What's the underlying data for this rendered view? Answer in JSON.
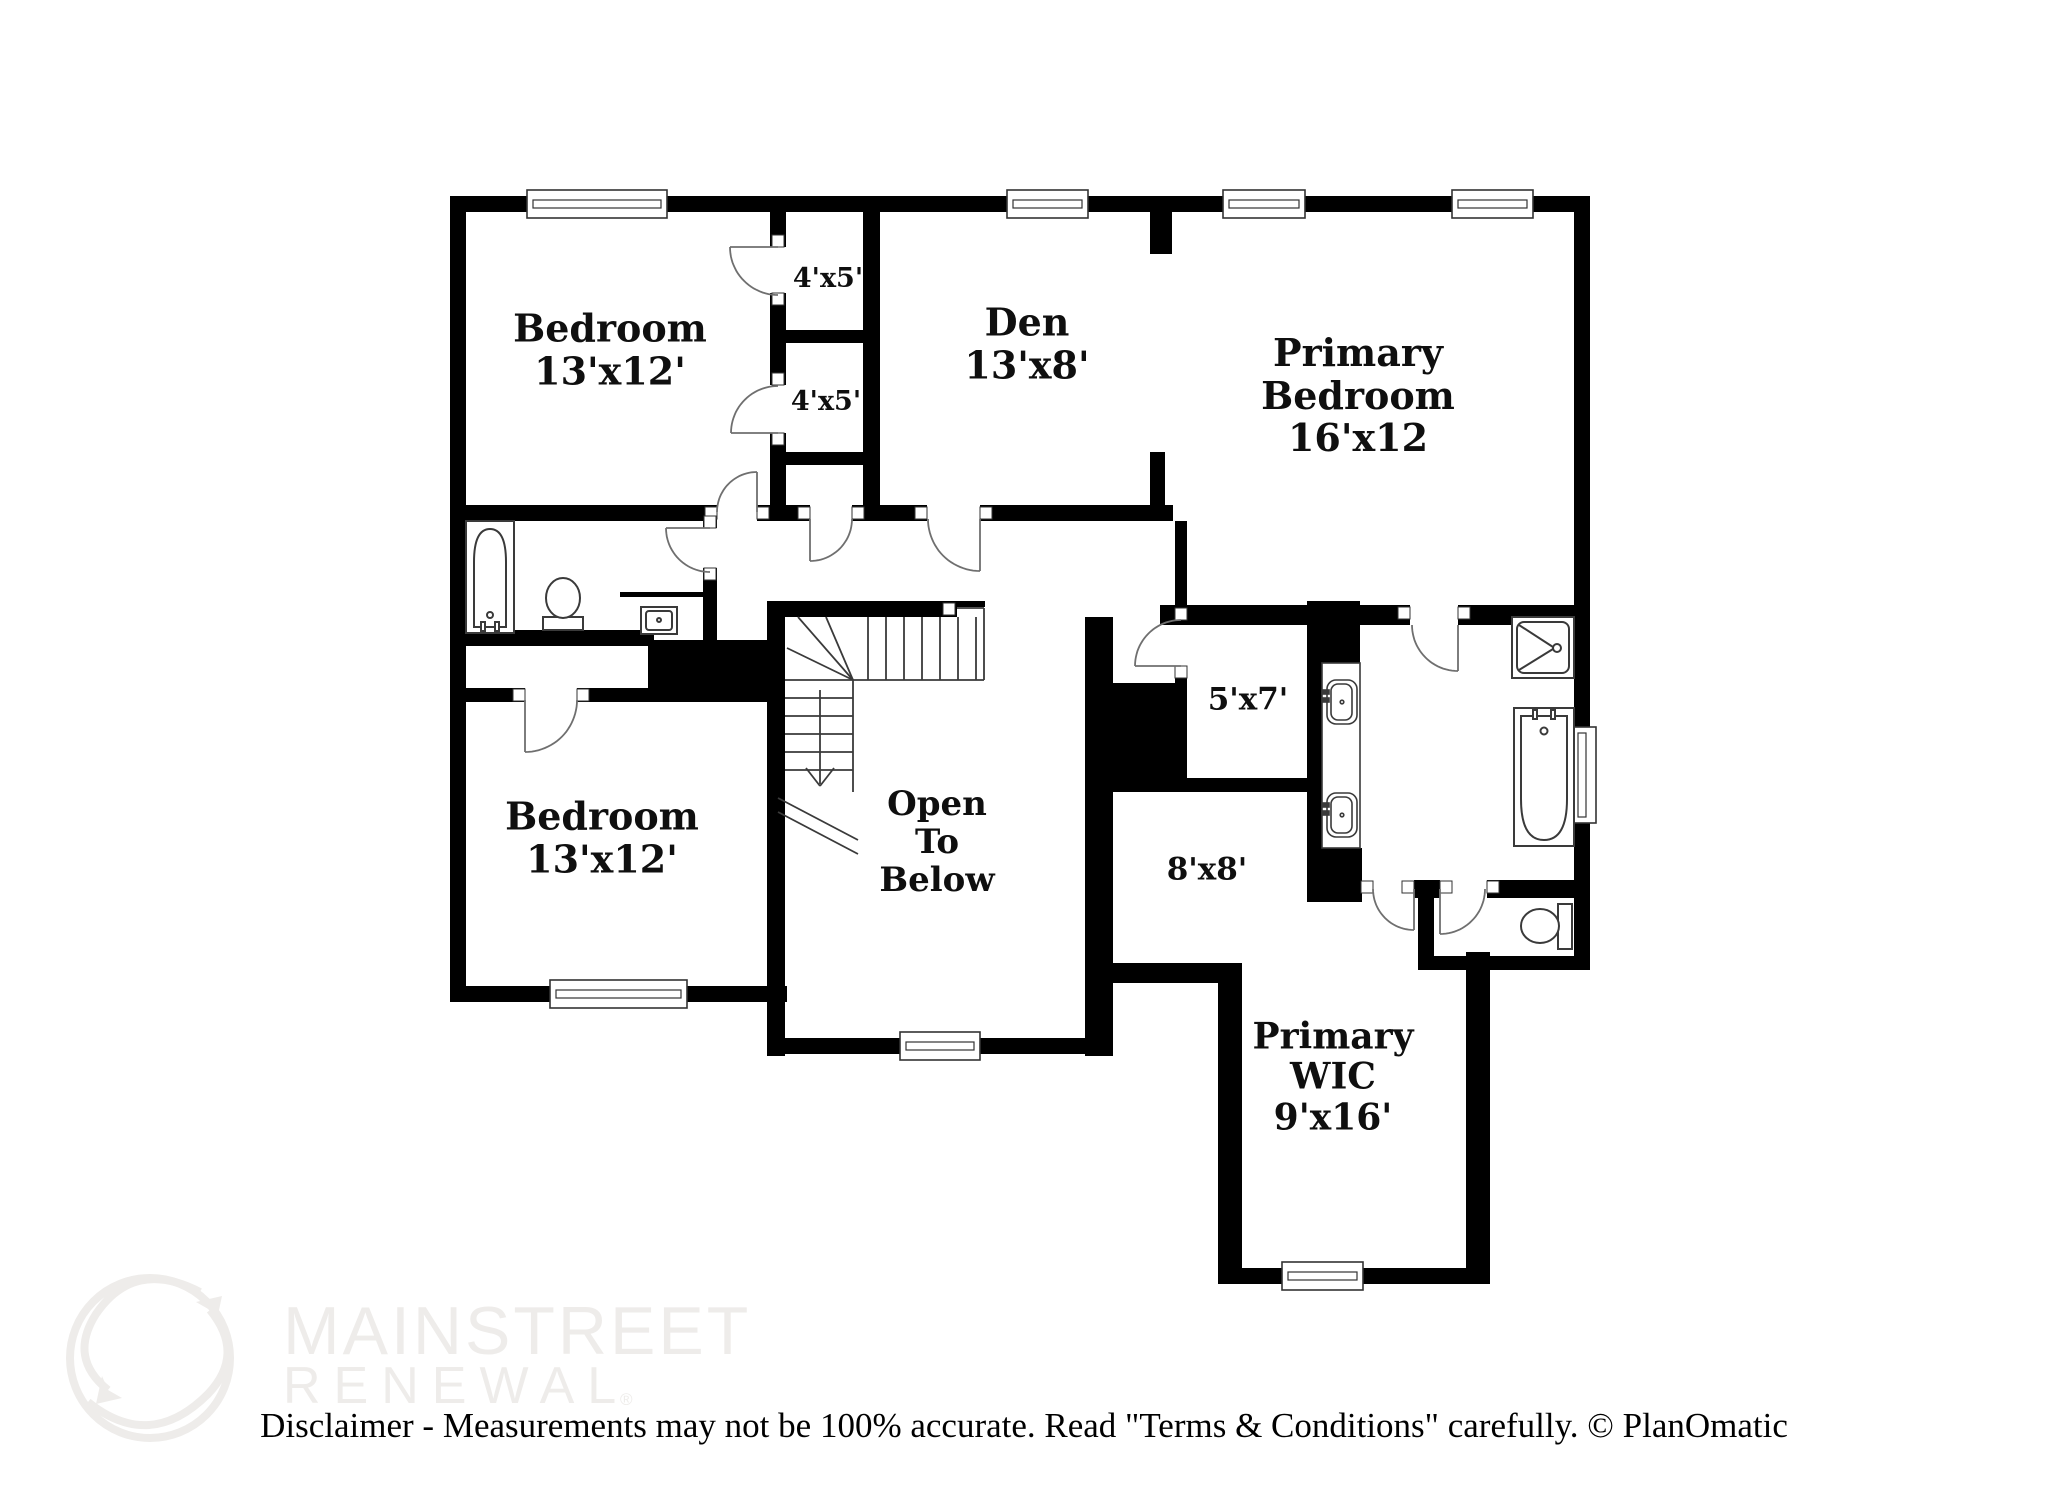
{
  "page": {
    "background": "#ffffff"
  },
  "floor_plan": {
    "rooms": [
      {
        "id": "bedroom-1",
        "lines": [
          "Bedroom",
          "13'x12'"
        ]
      },
      {
        "id": "closet-upper",
        "lines": [
          "4'x5'"
        ]
      },
      {
        "id": "closet-lower",
        "lines": [
          "4'x5'"
        ]
      },
      {
        "id": "den",
        "lines": [
          "Den",
          "13'x8'"
        ]
      },
      {
        "id": "primary-bedroom",
        "lines": [
          "Primary",
          "Bedroom",
          "16'x12"
        ]
      },
      {
        "id": "closet-5x7",
        "lines": [
          "5'x7'"
        ]
      },
      {
        "id": "bedroom-2",
        "lines": [
          "Bedroom",
          "13'x12'"
        ]
      },
      {
        "id": "open-to-below",
        "lines": [
          "Open",
          "To",
          "Below"
        ]
      },
      {
        "id": "hall-8x8",
        "lines": [
          "8'x8'"
        ]
      },
      {
        "id": "primary-wic",
        "lines": [
          "Primary",
          "WIC",
          "9'x16'"
        ]
      }
    ],
    "fixtures": [
      "bathtub",
      "toilet",
      "sink",
      "shower",
      "double-vanity",
      "staircase"
    ]
  },
  "watermark": {
    "brand_line1": "MAINSTREET",
    "brand_line2": "RENEWAL",
    "registered_mark": "®"
  },
  "footer": {
    "disclaimer": "Disclaimer - Measurements may not be 100% accurate. Read \"Terms & Conditions\" carefully. © PlanOmatic"
  },
  "colors": {
    "wall": "#000000",
    "fixture_line": "#3a3a3a",
    "door_line": "#6f6f6f",
    "stair_line": "#3a3a3a",
    "window_line": "#333333",
    "label": "#0f0f0f",
    "watermark": "#eeecea",
    "background": "#ffffff"
  }
}
